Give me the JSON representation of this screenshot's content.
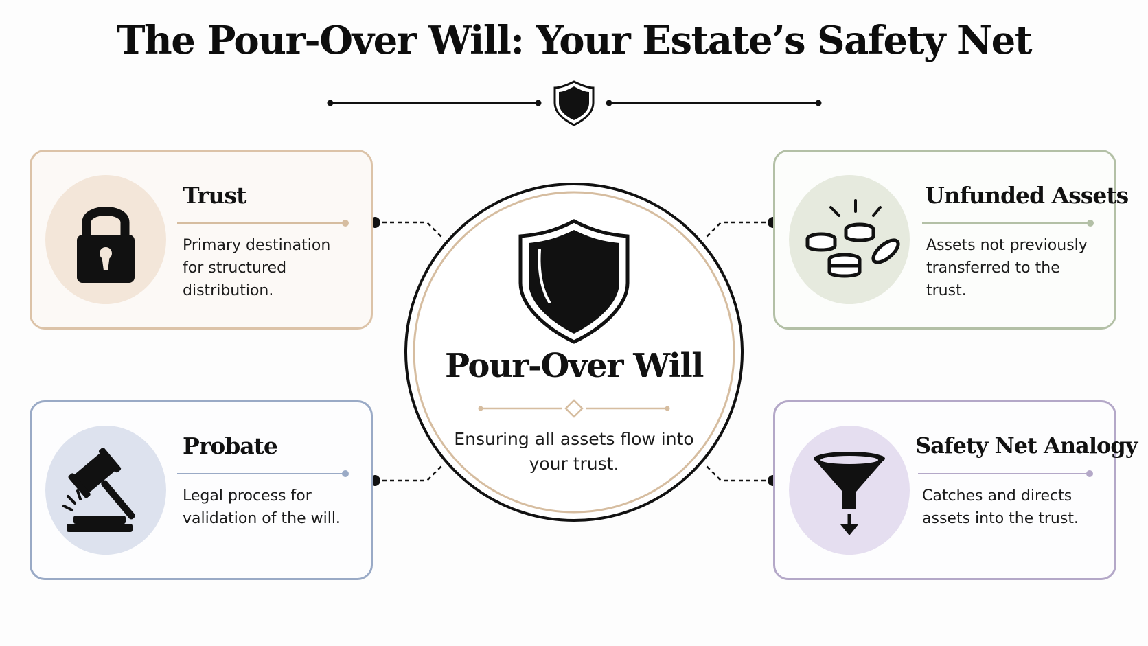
{
  "title": "The Pour-Over Will: Your Estate’s Safety Net",
  "center": {
    "title": "Pour-Over Will",
    "subtitle": "Ensuring all assets flow into your trust."
  },
  "cards": {
    "trust": {
      "heading": "Trust",
      "description": "Primary destination for structured distribution.",
      "icon": "padlock-icon",
      "accent": "#d6bda0"
    },
    "unfunded": {
      "heading": "Unfunded Assets",
      "description": "Assets not previously transferred to the trust.",
      "icon": "coins-icon",
      "accent": "#b3c0a6"
    },
    "probate": {
      "heading": "Probate",
      "description": "Legal process for validation of the will.",
      "icon": "gavel-icon",
      "accent": "#9aaac6"
    },
    "safety": {
      "heading": "Safety Net Analogy",
      "description": "Catches and directs assets into the trust.",
      "icon": "funnel-icon",
      "accent": "#b4a8c8"
    }
  }
}
